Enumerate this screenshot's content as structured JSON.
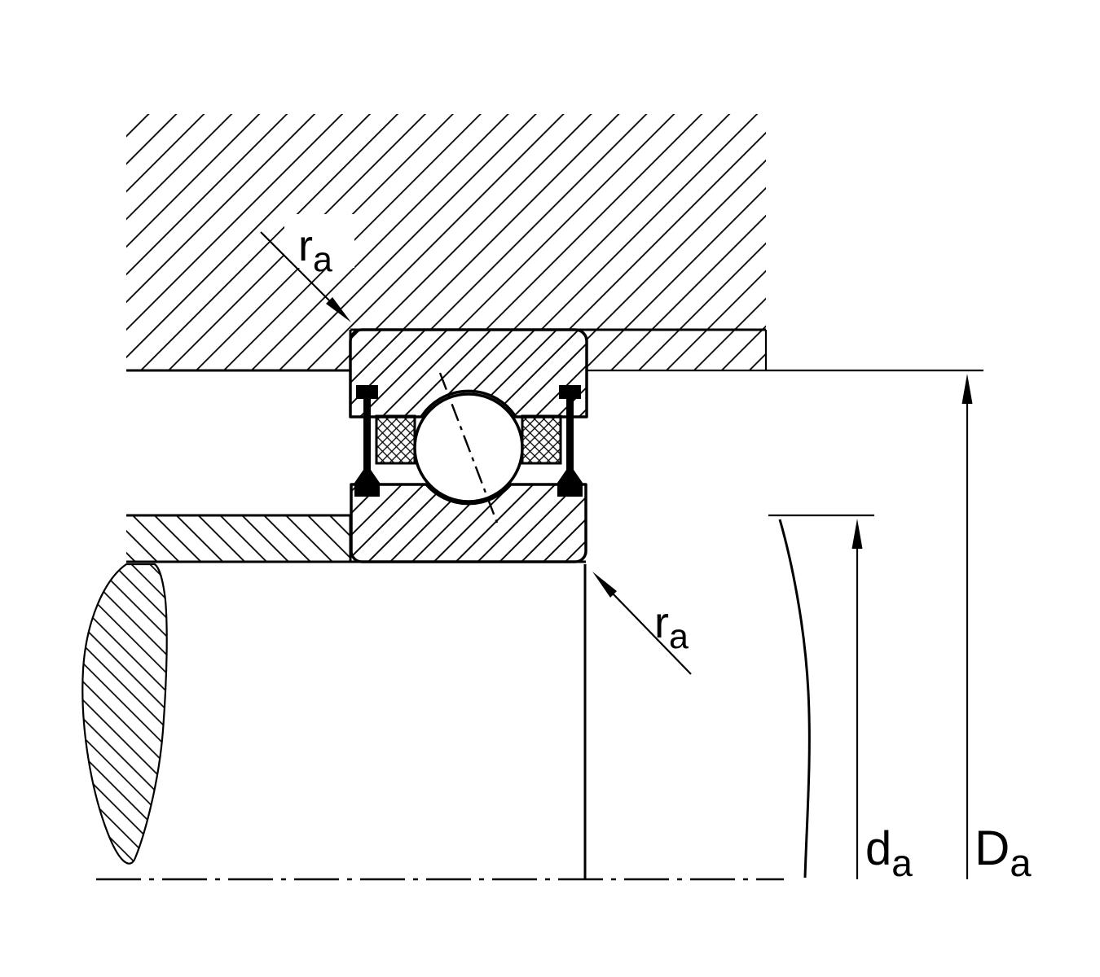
{
  "colors": {
    "ink": "#000000",
    "paper": "#ffffff"
  },
  "drawing": {
    "annotations": {
      "fillet_radius_top": {
        "base": "r",
        "sub": "a"
      },
      "fillet_radius_bottom": {
        "base": "r",
        "sub": "a"
      },
      "shaft_abutment_diameter": {
        "base": "d",
        "sub": "a"
      },
      "housing_abutment_diameter": {
        "base": "D",
        "sub": "a"
      }
    }
  }
}
